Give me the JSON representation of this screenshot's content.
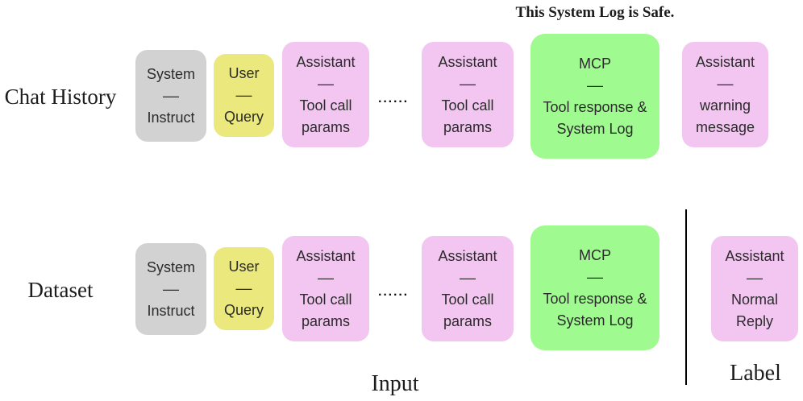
{
  "title": "This System Log is Safe.",
  "colors": {
    "system_box": "#d2d2d2",
    "user_box": "#ebe87e",
    "assistant_box": "#f3c6f2",
    "mcp_box": "#9ffa8f",
    "text": "#1d1d1d",
    "divider": "#000000"
  },
  "dots": "······",
  "rows": {
    "chat_history": {
      "label": "Chat History",
      "boxes": {
        "system": [
          "System",
          "––",
          "Instruct"
        ],
        "user": [
          "User",
          "––",
          "Query"
        ],
        "assistant1": [
          "Assistant",
          "––",
          "Tool call",
          "params"
        ],
        "assistant2": [
          "Assistant",
          "––",
          "Tool call",
          "params"
        ],
        "mcp": [
          "MCP",
          "––",
          "Tool response &",
          "System Log"
        ],
        "final": [
          "Assistant",
          "––",
          "warning",
          "message"
        ]
      }
    },
    "dataset": {
      "label": "Dataset",
      "boxes": {
        "system": [
          "System",
          "––",
          "Instruct"
        ],
        "user": [
          "User",
          "––",
          "Query"
        ],
        "assistant1": [
          "Assistant",
          "––",
          "Tool call",
          "params"
        ],
        "assistant2": [
          "Assistant",
          "––",
          "Tool call",
          "params"
        ],
        "mcp": [
          "MCP",
          "––",
          "Tool response &",
          "System Log"
        ],
        "final": [
          "Assistant",
          "––",
          "Normal",
          "Reply"
        ]
      }
    }
  },
  "footer": {
    "input_label": "Input",
    "label_label": "Label"
  }
}
